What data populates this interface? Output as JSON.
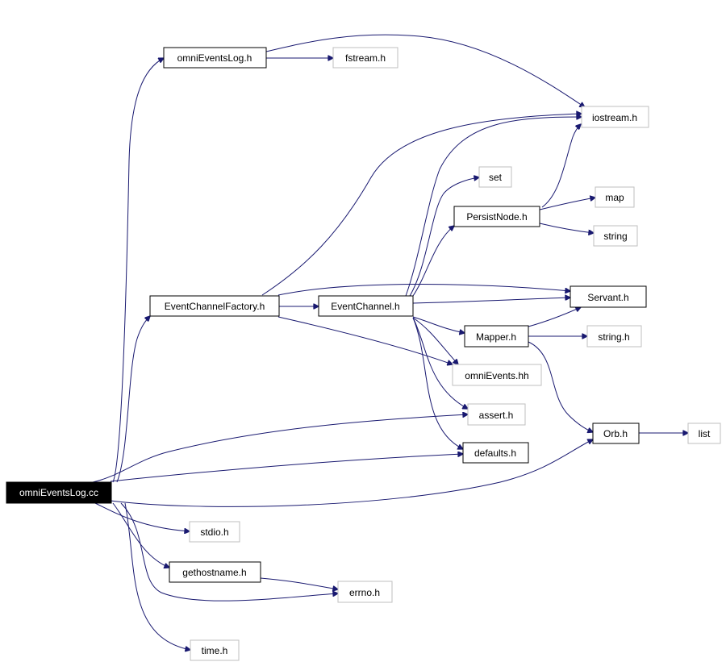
{
  "nodes": {
    "omniEventsLog_cc": {
      "label": "omniEventsLog.cc"
    },
    "omniEventsLog_h": {
      "label": "omniEventsLog.h"
    },
    "fstream_h": {
      "label": "fstream.h"
    },
    "iostream_h": {
      "label": "iostream.h"
    },
    "set": {
      "label": "set"
    },
    "map": {
      "label": "map"
    },
    "PersistNode_h": {
      "label": "PersistNode.h"
    },
    "string": {
      "label": "string"
    },
    "EventChannelFactory_h": {
      "label": "EventChannelFactory.h"
    },
    "EventChannel_h": {
      "label": "EventChannel.h"
    },
    "Servant_h": {
      "label": "Servant.h"
    },
    "Mapper_h": {
      "label": "Mapper.h"
    },
    "string_h": {
      "label": "string.h"
    },
    "omniEvents_hh": {
      "label": "omniEvents.hh"
    },
    "assert_h": {
      "label": "assert.h"
    },
    "Orb_h": {
      "label": "Orb.h"
    },
    "list": {
      "label": "list"
    },
    "defaults_h": {
      "label": "defaults.h"
    },
    "stdio_h": {
      "label": "stdio.h"
    },
    "gethostname_h": {
      "label": "gethostname.h"
    },
    "errno_h": {
      "label": "errno.h"
    },
    "time_h": {
      "label": "time.h"
    }
  },
  "colors": {
    "edge": "#191970",
    "documented_border": "#000000",
    "external_border": "#bfbfbf",
    "root_fill": "#000000",
    "root_text": "#ffffff"
  }
}
